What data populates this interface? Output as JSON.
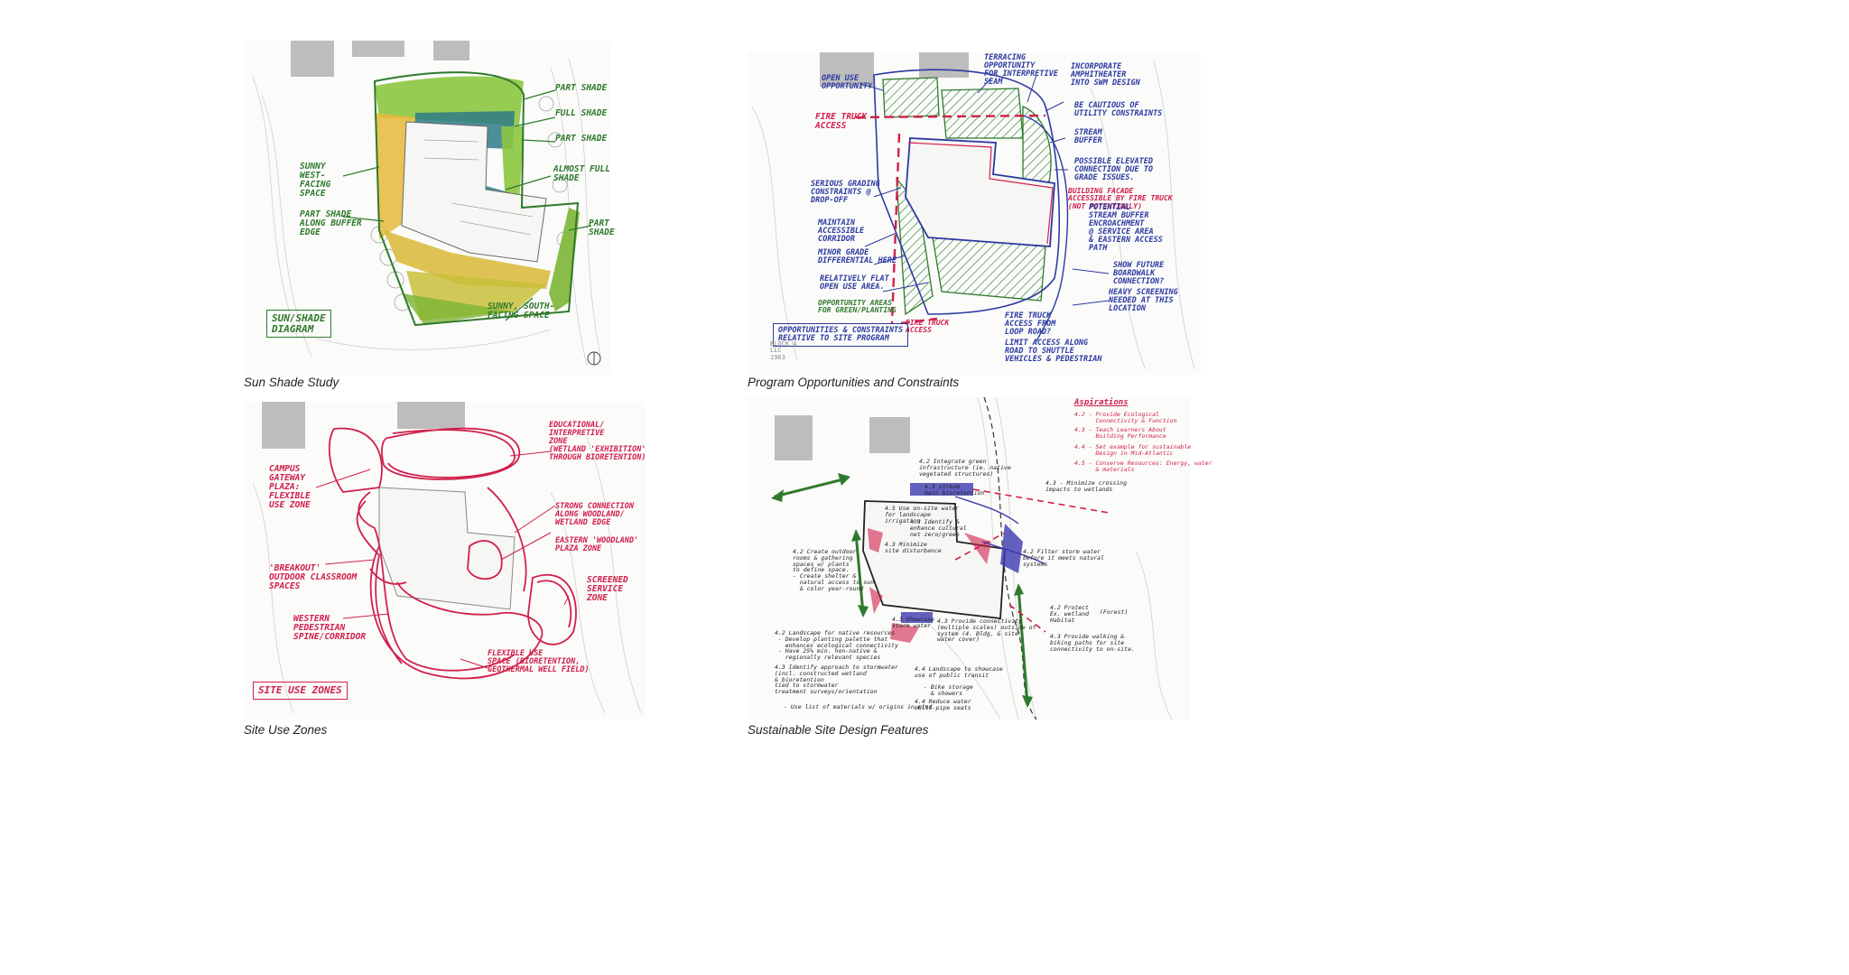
{
  "panels": {
    "sun_shade": {
      "caption": "Sun Shade Study",
      "labels": {
        "part_shade_1": "PART SHADE",
        "full_shade": "FULL SHADE",
        "part_shade_2": "PART SHADE",
        "sunny_west": "SUNNY\nWEST-\nFACING\nSPACE",
        "almost_full": "ALMOST FULL\nSHADE",
        "part_shade_buffer": "PART SHADE\nALONG BUFFER\nEDGE",
        "part_shade_3": "PART\nSHADE",
        "sunny_south": "SUNNY, SOUTH-\nFACING SPACE",
        "title_box": "SUN/SHADE\nDIAGRAM"
      }
    },
    "program": {
      "caption": "Program Opportunities and Constraints",
      "labels": {
        "open_use": "OPEN USE\nOPPORTUNITY",
        "terracing": "TERRACING\nOPPORTUNITY\nFOR INTERPRETIVE\nSEAM",
        "amphitheater": "INCORPORATE\nAMPHITHEATER\nINTO SWM DESIGN",
        "fire_truck_1": "FIRE TRUCK\nACCESS",
        "utility": "BE CAUTIOUS OF\nUTILITY CONSTRAINTS",
        "stream": "STREAM\nBUFFER",
        "elevated": "POSSIBLE ELEVATED\nCONNECTION DUE TO\nGRADE ISSUES.",
        "grading": "SERIOUS GRADING\nCONSTRAINTS @\nDROP-OFF",
        "facade": "BUILDING FACADE\nACCESSIBLE BY FIRE TRUCK\n(NOT POTENTIALLY)",
        "encroachment": "POTENTIAL\nSTREAM BUFFER\nENCROACHMENT\n@ SERVICE AREA\n& EASTERN ACCESS\nPATH",
        "accessible": "MAINTAIN\nACCESSIBLE\nCORRIDOR",
        "minor_grade": "MINOR GRADE\nDIFFERENTIAL HERE",
        "flat": "RELATIVELY FLAT\nOPEN USE AREA.",
        "boardwalk": "SHOW FUTURE\nBOARDWALK\nCONNECTION?",
        "screening": "HEAVY SCREENING\nNEEDED AT THIS\nLOCATION",
        "opportunity": "OPPORTUNITY AREAS\nFOR GREEN/PLANTING",
        "fire_truck_2": "FIRE TRUCK\nACCESS",
        "loop_road": "FIRE TRUCK\nACCESS FROM\nLOOP ROAD?",
        "limit": "LIMIT ACCESS ALONG\nROAD TO SHUTTLE\nVEHICLES & PEDESTRIAN",
        "title_box": "OPPORTUNITIES & CONSTRAINTS\nRELATIVE TO SITE PROGRAM",
        "parcel": "BLOCK 4\nLLC\n1963"
      }
    },
    "site_use": {
      "caption": "Site Use Zones",
      "labels": {
        "educational": "EDUCATIONAL/\nINTERPRETIVE\nZONE\n(WETLAND 'EXHIBITION'\nTHROUGH BIORETENTION)",
        "campus": "CAMPUS\nGATEWAY\nPLAZA:\nFLEXIBLE\nUSE ZONE",
        "strong": "STRONG CONNECTION\nALONG WOODLAND/\nWETLAND EDGE",
        "eastern": "EASTERN 'WOODLAND'\nPLAZA ZONE",
        "breakout": "'BREAKOUT'\nOUTDOOR CLASSROOM\nSPACES",
        "screened": "SCREENED\nSERVICE\nZONE",
        "western": "WESTERN\nPEDESTRIAN\nSPINE/CORRIDOR",
        "flexible": "FLEXIBLE USE\nSPACE (BIORETENTION,\nGEOTHERMAL WELL FIELD)",
        "title_box": "SITE USE ZONES"
      }
    },
    "sustainable": {
      "caption": "Sustainable Site Design Features",
      "aspirations": {
        "heading": "Aspirations",
        "items": [
          "4.2 - Provide Ecological\n      Connectivity & Function",
          "4.3 - Teach Learners About\n      Building Performance",
          "4.4 - Set example for sustainable\n      Design in Mid-Atlantic",
          "4.5 - Conserve Resources: Energy, water\n      & materials"
        ]
      },
      "notes": {
        "n1": "4.2 Integrate green\ninfrastructure (ie. native\nvegetated structures)",
        "n2": "4.3 - Minimize crossing\nimpacts to wetlands",
        "n3": "4.3 stream\nmain bioretention",
        "n4": "4.5 Use on-site water\nfor landscape\nirrigation",
        "n5": "4.3 Identify &\nenhance cultural\nnet zero/green",
        "n6": "4.3 Minimize\nsite disturbance",
        "n7": "4.2 Create outdoor\nrooms & gathering\nspaces w/ plants\nto define space.\n- Create shelter &\n  natural access to sun\n  & color year-round",
        "n8": "4.2 Filter storm water\nbefore it meets natural\nsystems",
        "n9": "4.2 Protect\nEx. wetland\nHabitat",
        "n10": "(Forest)",
        "n11": "4.3 Showcase\nstorm water",
        "n12": "4.3 Provide connectivity\n(multiple scales) outside of\nsystem (4. Bldg, & site\nwater cover)",
        "n13": "4.2 Landscape for native resources\n - Develop planting palette that\n   enhances ecological connectivity\n - Have 25% min. non-native &\n   regionally relevant species",
        "n14": "4.3 Provide walking &\nbiking paths for site\nconnectivity to on-site.",
        "n15": "4.3 Identify approach to stormwater\n(incl. constructed wetland\n& bioretention\ntied to stormwater\ntreatment surveys/orientation",
        "n16": "4.4 Landscape to showcase\nuse of public transit",
        "n17": "- Bike storage\n  & showers",
        "n18": "4.4 Reduce water\nmulti-pipe seats",
        "n19": "- Use list of materials w/ origins in mind"
      }
    }
  },
  "colors": {
    "green_ink": "#2f7a2c",
    "blue_ink": "#2c3aa0",
    "red_ink": "#d1204a",
    "yellow_fill": "#e6b83a",
    "lime_fill": "#8cc63f",
    "teal_fill": "#2e7a86",
    "building_gray": "#b8b8b8"
  }
}
